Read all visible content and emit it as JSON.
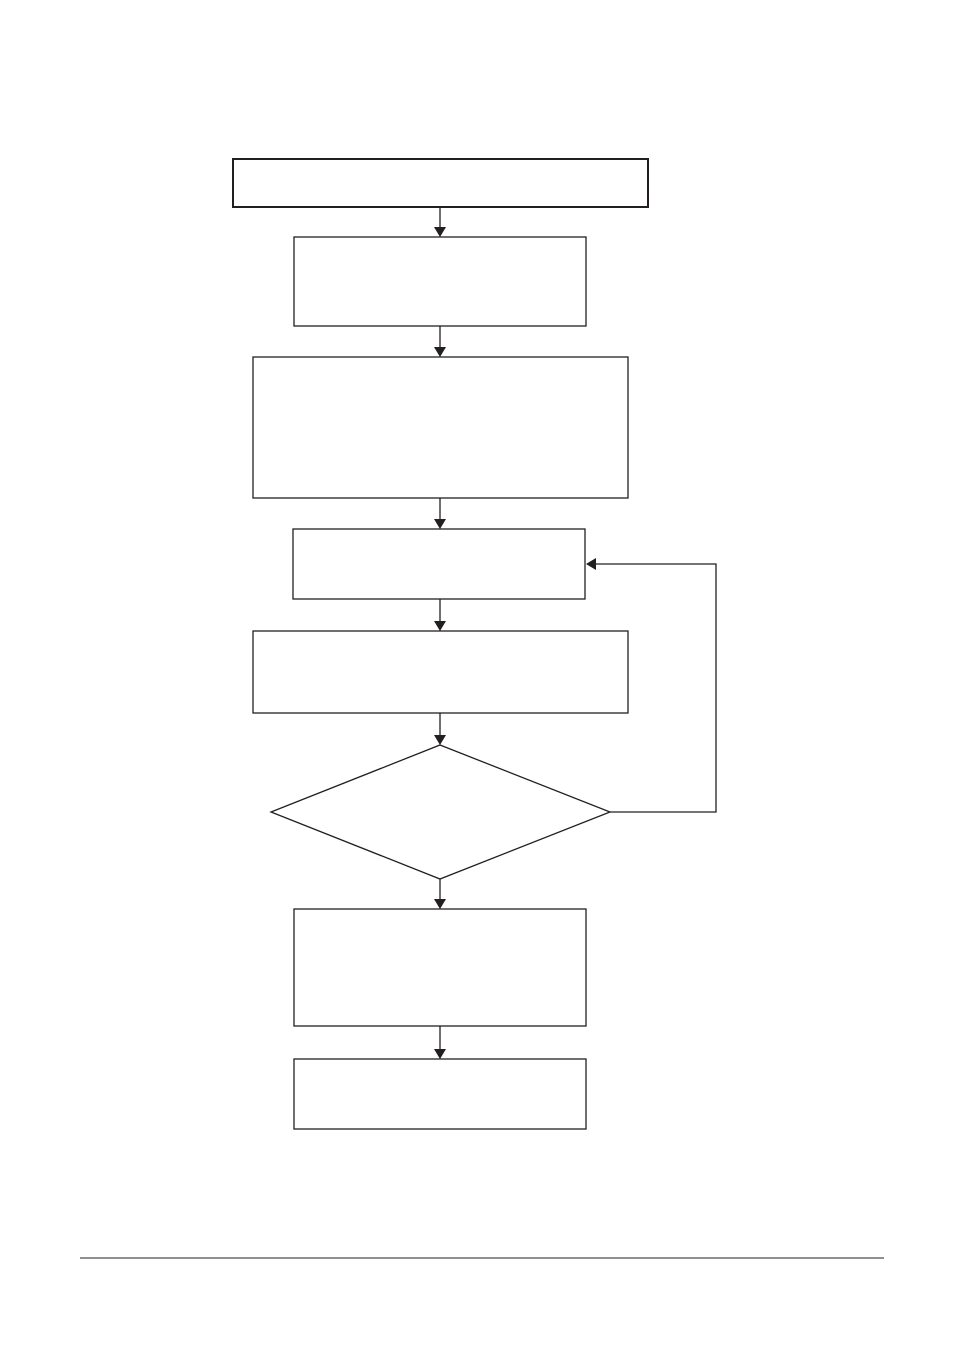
{
  "colors": {
    "stroke": "#231f20",
    "background": "#ffffff"
  },
  "diagram": {
    "type": "flowchart",
    "nodes": [
      {
        "id": "step-1",
        "shape": "rectangle",
        "label": ""
      },
      {
        "id": "step-2",
        "shape": "rectangle",
        "label": ""
      },
      {
        "id": "step-3",
        "shape": "rectangle",
        "label": ""
      },
      {
        "id": "step-4",
        "shape": "rectangle",
        "label": ""
      },
      {
        "id": "step-5",
        "shape": "rectangle",
        "label": ""
      },
      {
        "id": "decision",
        "shape": "diamond",
        "label": ""
      },
      {
        "id": "step-6",
        "shape": "rectangle",
        "label": ""
      },
      {
        "id": "step-7",
        "shape": "rectangle",
        "label": ""
      }
    ],
    "edges": [
      {
        "from": "step-1",
        "to": "step-2"
      },
      {
        "from": "step-2",
        "to": "step-3"
      },
      {
        "from": "step-3",
        "to": "step-4"
      },
      {
        "from": "step-4",
        "to": "step-5"
      },
      {
        "from": "step-5",
        "to": "decision"
      },
      {
        "from": "decision",
        "to": "step-6"
      },
      {
        "from": "decision",
        "to": "step-4"
      },
      {
        "from": "step-6",
        "to": "step-7"
      }
    ]
  }
}
